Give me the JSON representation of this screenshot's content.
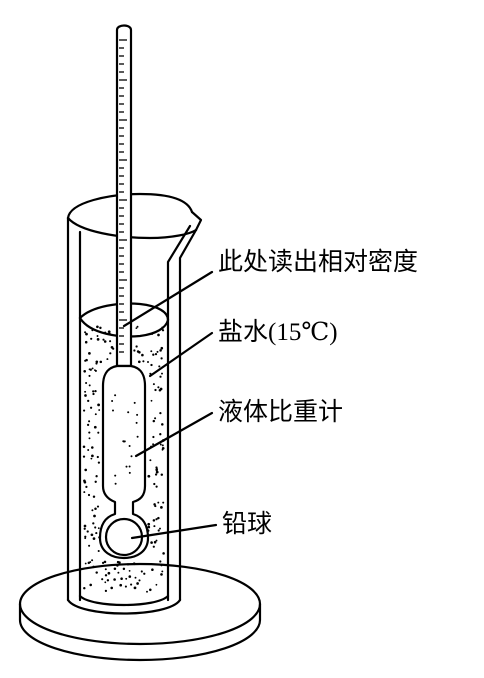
{
  "labels": {
    "reading_point": "此处读出相对密度",
    "saline": "盐水(15℃)",
    "hydrometer": "液体比重计",
    "lead_ball": "铅球"
  },
  "colors": {
    "stroke": "#000000",
    "background": "#ffffff"
  }
}
